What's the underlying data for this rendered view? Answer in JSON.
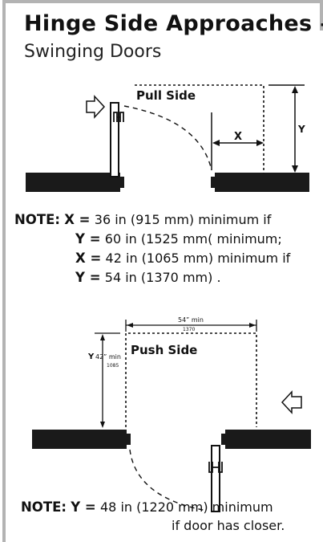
{
  "header": {
    "title": "Hinge Side Approaches –",
    "subtitle": "Swinging Doors"
  },
  "diagram_top": {
    "label": "Pull Side",
    "x_label": "X",
    "y_label": "Y"
  },
  "note_top": {
    "heading": "NOTE:",
    "lines": [
      {
        "key": "X =",
        "text": "36 in (915 mm) minimum if"
      },
      {
        "key": "Y =",
        "text": "60 in (1525 mm( minimum;"
      },
      {
        "key": "X =",
        "text": "42 in (1065 mm) minimum if"
      },
      {
        "key": "Y =",
        "text": "54 in (1370 mm) ."
      }
    ]
  },
  "diagram_bottom": {
    "label": "Push Side",
    "width_label": "54” min",
    "width_mm": "1370",
    "y_key": "Y",
    "depth_label": "42” min",
    "depth_mm": "1085"
  },
  "note_bottom": {
    "heading": "NOTE:",
    "key": "Y =",
    "line1": "48 in (1220 mm) minimum",
    "line2": "if door has closer."
  }
}
